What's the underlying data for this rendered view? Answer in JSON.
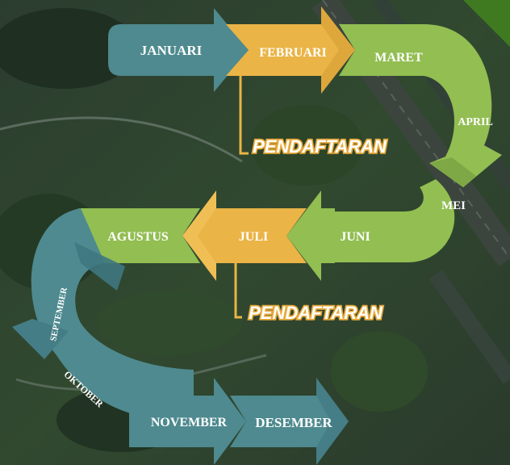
{
  "months": [
    {
      "key": "jan",
      "label": "JANUARI"
    },
    {
      "key": "feb",
      "label": "FEBRUARI"
    },
    {
      "key": "mar",
      "label": "MARET"
    },
    {
      "key": "apr",
      "label": "APRIL"
    },
    {
      "key": "mei",
      "label": "MEI"
    },
    {
      "key": "jun",
      "label": "JUNI"
    },
    {
      "key": "jul",
      "label": "JULI"
    },
    {
      "key": "agu",
      "label": "AGUSTUS"
    },
    {
      "key": "sep",
      "label": "SEPTEMBER"
    },
    {
      "key": "okt",
      "label": "OKTOBER"
    },
    {
      "key": "nov",
      "label": "NOVEMBER"
    },
    {
      "key": "des",
      "label": "DESEMBER"
    }
  ],
  "callouts": [
    {
      "label": "PENDAFTARAN"
    },
    {
      "label": "PENDAFTARAN"
    }
  ],
  "colors": {
    "teal": "#4e8a8f",
    "gold": "#eab446",
    "green": "#92be52",
    "corner": "#3f7a21"
  }
}
